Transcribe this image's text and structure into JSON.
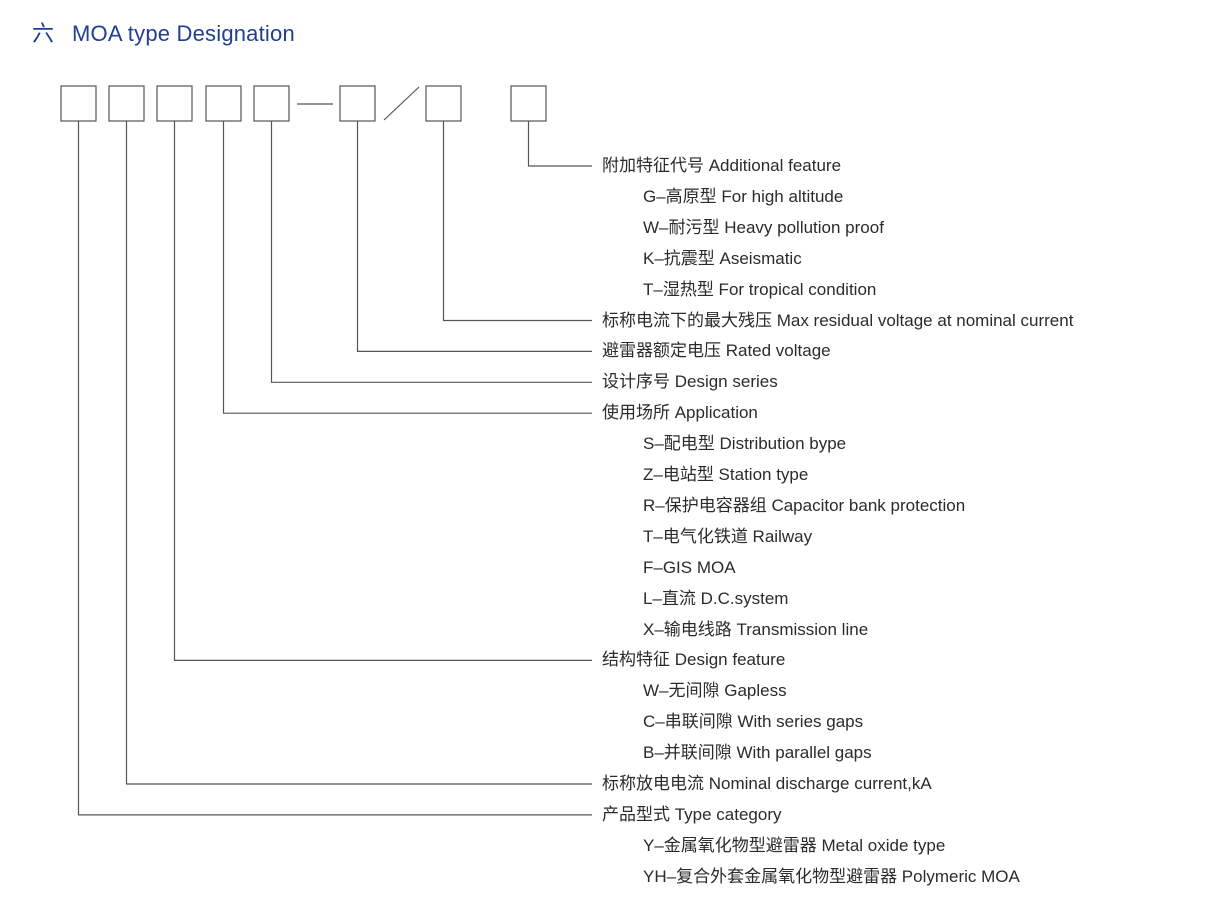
{
  "title": {
    "number": "六",
    "text": "MOA type Designation"
  },
  "designation": {
    "separator_dash": "—",
    "separator_slash": "/",
    "fields": [
      {
        "label": "附加特征代号 Additional feature",
        "options": [
          "G–高原型 For high altitude",
          "W–耐污型 Heavy pollution proof",
          "K–抗震型 Aseismatic",
          "T–湿热型 For tropical condition"
        ]
      },
      {
        "label": "标称电流下的最大残压 Max residual voltage at nominal current",
        "options": []
      },
      {
        "label": "避雷器额定电压 Rated voltage",
        "options": []
      },
      {
        "label": "设计序号 Design series",
        "options": []
      },
      {
        "label": "使用场所 Application",
        "options": [
          "S–配电型 Distribution bype",
          "Z–电站型 Station type",
          "R–保护电容器组 Capacitor bank protection",
          "T–电气化铁道 Railway",
          "F–GIS MOA",
          "L–直流 D.C.system",
          "X–输电线路 Transmission line"
        ]
      },
      {
        "label": "结构特征 Design feature",
        "options": [
          "W–无间隙 Gapless",
          "C–串联间隙 With series gaps",
          "B–并联间隙 With parallel gaps"
        ]
      },
      {
        "label": "标称放电电流 Nominal discharge current,kA",
        "options": []
      },
      {
        "label": "产品型式 Type category",
        "options": [
          "Y–金属氧化物型避雷器 Metal oxide type",
          "YH–复合外套金属氧化物型避雷器 Polymeric MOA"
        ]
      }
    ]
  }
}
